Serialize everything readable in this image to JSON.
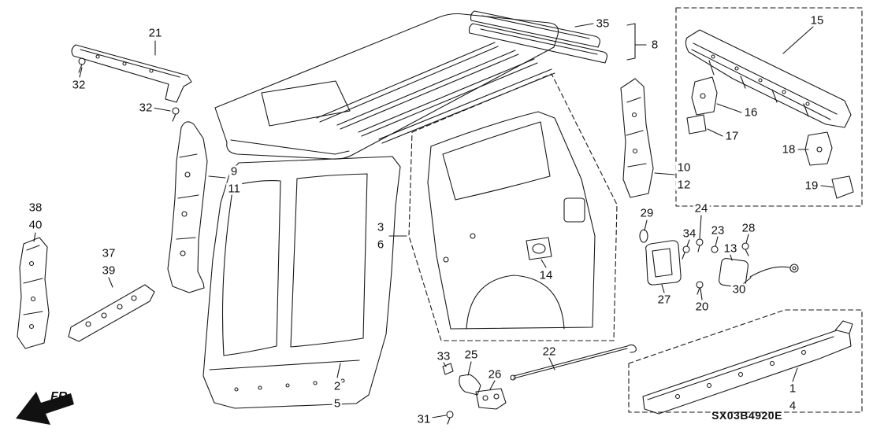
{
  "diagram_code": "SX03B4920E",
  "fr_indicator": "FR.",
  "colors": {
    "background": "#ffffff",
    "line": "#1a1a1a"
  },
  "icons": {
    "fr_direction_arrow": "solid black arrow pointing lower-left"
  },
  "labels": {
    "n1": "1",
    "n2": "2",
    "n3": "3",
    "n4": "4",
    "n5": "5",
    "n6": "6",
    "n8": "8",
    "n9": "9",
    "n10": "10",
    "n11": "11",
    "n12": "12",
    "n13": "13",
    "n14": "14",
    "n15": "15",
    "n16": "16",
    "n17": "17",
    "n18": "18",
    "n19": "19",
    "n20": "20",
    "n21": "21",
    "n22": "22",
    "n23": "23",
    "n24": "24",
    "n25": "25",
    "n26": "26",
    "n27": "27",
    "n28": "28",
    "n29": "29",
    "n30": "30",
    "n31": "31",
    "n32a": "32",
    "n32b": "32",
    "n33": "33",
    "n34": "34",
    "n35": "35",
    "n37": "37",
    "n38": "38",
    "n39": "39",
    "n40": "40"
  }
}
